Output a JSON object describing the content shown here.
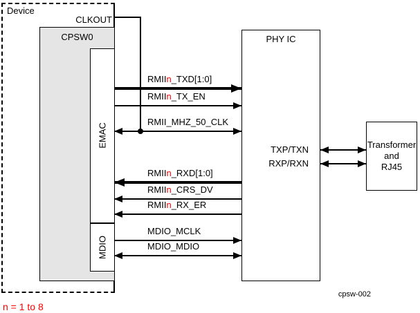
{
  "device": {
    "label": "Device",
    "note": "n = 1 to 8"
  },
  "cpsw": {
    "label": "CPSW0"
  },
  "emac": {
    "label": "EMAC"
  },
  "mdio": {
    "label": "MDIO"
  },
  "clkout": {
    "label": "CLKOUT"
  },
  "phy": {
    "label": "PHY IC",
    "tx_pins": "TXP/TXN",
    "rx_pins": "RXP/RXN"
  },
  "transformer": {
    "line1": "Transformer",
    "line2": "and",
    "line3": "RJ45"
  },
  "signals": [
    {
      "prefix": "RMII",
      "variable": "n",
      "suffix": "_TXD[1:0]",
      "direction": "to_phy",
      "width": "bus"
    },
    {
      "prefix": "RMII",
      "variable": "n",
      "suffix": "_TX_EN",
      "direction": "to_phy",
      "width": "single"
    },
    {
      "prefix": "RMII_MHZ_50_CLK",
      "variable": "",
      "suffix": "",
      "direction": "bidirectional",
      "width": "single"
    },
    {
      "prefix": "RMII",
      "variable": "n",
      "suffix": "_RXD[1:0]",
      "direction": "from_phy",
      "width": "bus"
    },
    {
      "prefix": "RMII",
      "variable": "n",
      "suffix": "_CRS_DV",
      "direction": "from_phy",
      "width": "single"
    },
    {
      "prefix": "RMII",
      "variable": "n",
      "suffix": "_RX_ER",
      "direction": "from_phy",
      "width": "single"
    },
    {
      "prefix": "MDIO_MCLK",
      "variable": "",
      "suffix": "",
      "direction": "to_phy",
      "width": "single"
    },
    {
      "prefix": "MDIO_MDIO",
      "variable": "",
      "suffix": "",
      "direction": "bidirectional",
      "width": "single"
    }
  ],
  "figure_id": "cpsw-002",
  "colors": {
    "variable_red": "#ff0000",
    "block_gray": "#e5e5e5",
    "line_black": "#000000"
  }
}
